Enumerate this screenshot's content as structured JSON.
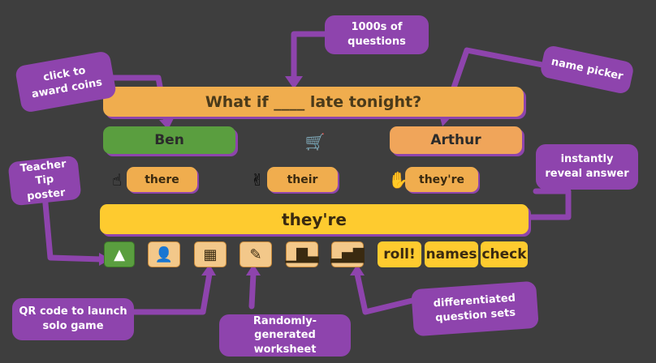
{
  "question": {
    "text": "What if ____ late tonight?"
  },
  "players": {
    "left": "Ben",
    "right": "Arthur"
  },
  "options": [
    {
      "label": "there"
    },
    {
      "label": "their"
    },
    {
      "label": "they're"
    }
  ],
  "answer": {
    "text": "they're"
  },
  "toolbar": {
    "roll": "roll!",
    "names": "names",
    "check": "check"
  },
  "callouts": {
    "questions": "1000s of questions",
    "coins": "click to award coins",
    "picker": "name picker",
    "tip": "Teacher Tip poster",
    "reveal": "instantly reveal answer",
    "qr": "QR code to launch solo game",
    "worksheet": "Randomly-generated worksheet",
    "levels": "differentiated question sets"
  },
  "icons": {
    "coin": "cart-coin-icon",
    "hand1": "one-finger-hand-icon",
    "hand2": "two-finger-hand-icon",
    "hand3": "three-finger-hand-icon",
    "tip": "teacher-tip-icon",
    "poster": "presenter-icon",
    "qr": "qr-code-icon",
    "worksheet": "worksheet-icon",
    "podium": "podium-icon",
    "level": "level-bars-icon"
  },
  "colors": {
    "accent": "#8e44ad",
    "orange": "#f0ad4e",
    "green": "#5a9e3f",
    "yellow": "#fecb2f",
    "background": "#3e3e3e"
  }
}
